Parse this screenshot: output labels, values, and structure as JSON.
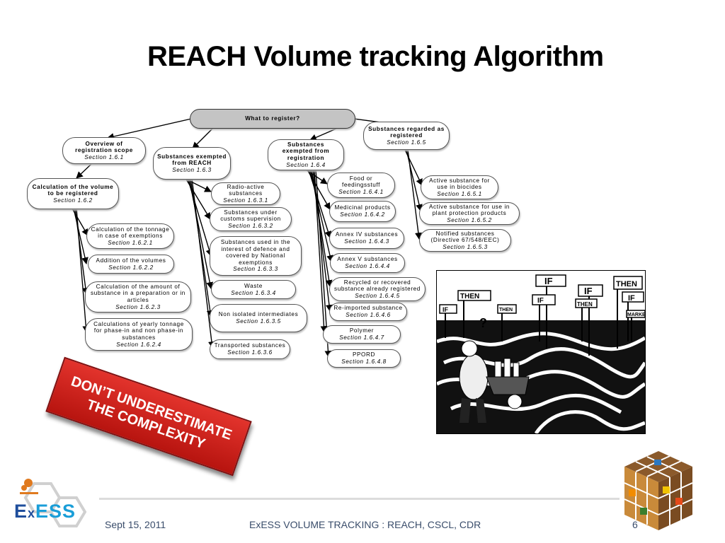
{
  "slide": {
    "title": "REACH Volume tracking Algorithm",
    "footer": {
      "date": "Sept 15, 2011",
      "center": "ExESS VOLUME TRACKING : REACH, CSCL, CDR",
      "page": "6"
    },
    "logo": {
      "prefix": "E",
      "mid": "x",
      "rest": "ESS",
      "icon": "chemistry-logo-icon"
    }
  },
  "warning": {
    "line1": "DON’T UNDERESTIMATE",
    "line2": "THE COMPLEXITY",
    "color": "#d42a24"
  },
  "flowchart": {
    "root": "What to register?",
    "overview": {
      "title": "Overview of registration scope",
      "section": "Section 1.6.1"
    },
    "calc": {
      "title": "Calculation of the volume to be registered",
      "section": "Section 1.6.2",
      "items": [
        {
          "title": "Calculation of the tonnage in case of exemptions",
          "section": "Section 1.6.2.1"
        },
        {
          "title": "Addition of the volumes",
          "section": "Section 1.6.2.2"
        },
        {
          "title": "Calculation of the amount of substance in a preparation or in articles",
          "section": "Section 1.6.2.3"
        },
        {
          "title": "Calculations of yearly tonnage for phase-in and non phase-in substances",
          "section": "Section 1.6.2.4"
        }
      ]
    },
    "exempt_reach": {
      "title": "Substances exempted from REACH",
      "section": "Section 1.6.3",
      "items": [
        {
          "title": "Radio-active substances",
          "section": "Section 1.6.3.1"
        },
        {
          "title": "Substances under customs supervision",
          "section": "Section 1.6.3.2"
        },
        {
          "title": "Substances used in the interest of defence and covered by National exemptions",
          "section": "Section 1.6.3.3"
        },
        {
          "title": "Waste",
          "section": "Section 1.6.3.4"
        },
        {
          "title": "Non isolated intermediates",
          "section": "Section 1.6.3.5"
        },
        {
          "title": "Transported substances",
          "section": "Section 1.6.3.6"
        }
      ]
    },
    "exempt_registration": {
      "title": "Substances exempted from registration",
      "section": "Section 1.6.4",
      "items": [
        {
          "title": "Food or feedingsstuff",
          "section": "Section 1.6.4.1"
        },
        {
          "title": "Medicinal products",
          "section": "Section 1.6.4.2"
        },
        {
          "title": "Annex IV substances",
          "section": "Section 1.6.4.3"
        },
        {
          "title": "Annex V substances",
          "section": "Section 1.6.4.4"
        },
        {
          "title": "Recycled or recovered substance already registered",
          "section": "Section 1.6.4.5"
        },
        {
          "title": "Re-imported substance",
          "section": "Section 1.6.4.6"
        },
        {
          "title": "Polymer",
          "section": "Section 1.6.4.7"
        },
        {
          "title": "PPORD",
          "section": "Section 1.6.4.8"
        }
      ]
    },
    "regarded": {
      "title": "Substances regarded as registered",
      "section": "Section 1.6.5",
      "items": [
        {
          "title": "Active substance for use in biocides",
          "section": "Section 1.6.5.1"
        },
        {
          "title": "Active substance for use in plant protection products",
          "section": "Section 1.6.5.2"
        },
        {
          "title": "Notified substances (Directive 67/548/EEC)",
          "section": "Section 1.6.5.3"
        }
      ]
    }
  },
  "cartoon": {
    "signs": [
      "IF",
      "IF",
      "THEN",
      "THEN",
      "IF",
      "THEN",
      "IF",
      "THEN",
      "IF",
      "MARKET"
    ],
    "question": "?"
  }
}
